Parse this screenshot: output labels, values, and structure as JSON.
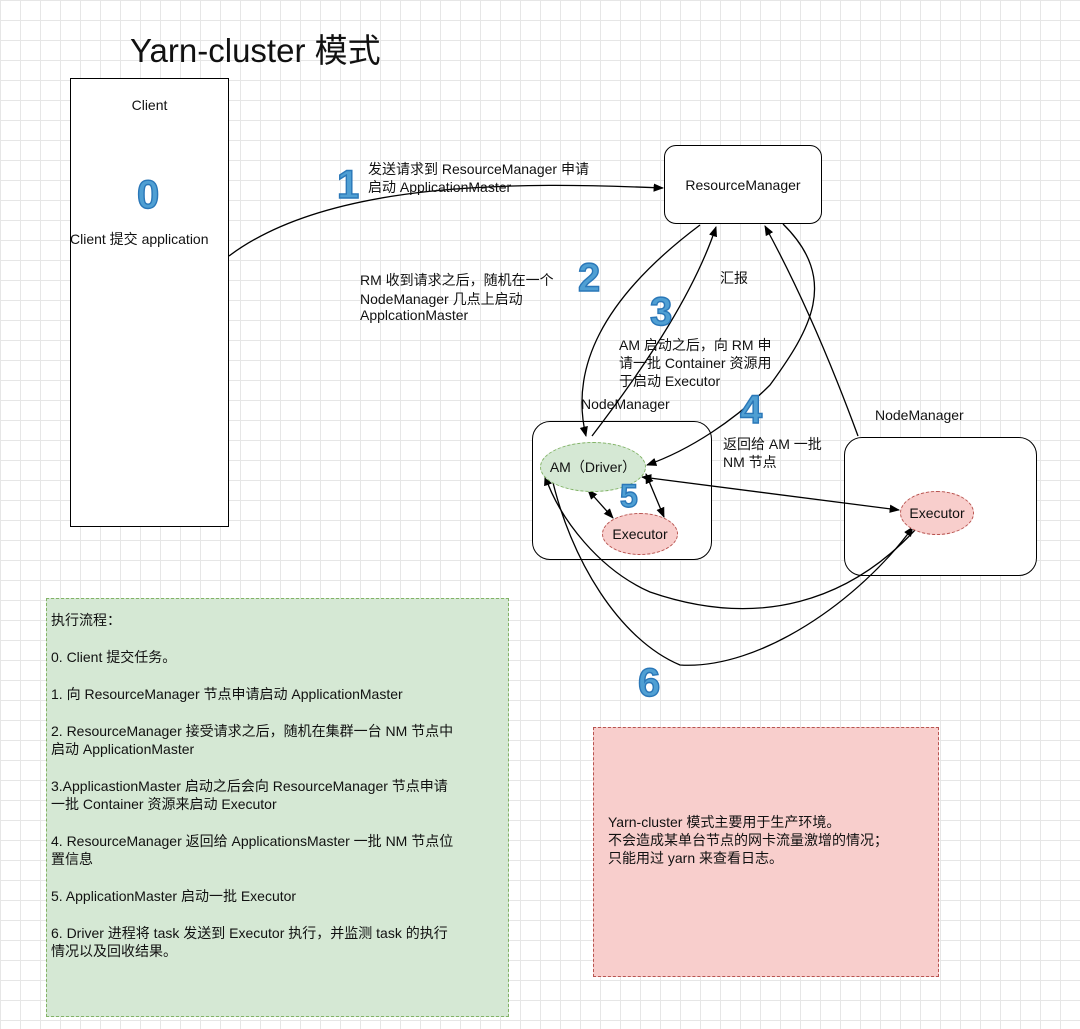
{
  "title": "Yarn-cluster 模式",
  "client": {
    "label": "Client",
    "step": "0",
    "action": "Client 提交 application"
  },
  "resource_manager": {
    "label": "ResourceManager"
  },
  "node_manager_1": {
    "label": "NodeManager"
  },
  "node_manager_2": {
    "label": "NodeManager"
  },
  "am_driver": {
    "label": "AM（Driver）"
  },
  "executor_1": {
    "label": "Executor"
  },
  "executor_2": {
    "label": "Executor"
  },
  "steps": {
    "s1": {
      "num": "1",
      "line1": "发送请求到 ResourceManager 申请",
      "line2": "启动 ApplicationMaster"
    },
    "s2": {
      "num": "2",
      "line1": "RM 收到请求之后，随机在一个",
      "line2": "NodeManager 几点上启动",
      "line3": "ApplcationMaster"
    },
    "s3": {
      "num": "3",
      "line1": "AM 启动之后，向 RM 申",
      "line2": "请一批 Container 资源用",
      "line3": "于启动 Executor"
    },
    "report": "汇报",
    "s4": {
      "num": "4",
      "line1": "返回给 AM 一批",
      "line2": "NM 节点"
    },
    "s5": {
      "num": "5"
    },
    "s6": {
      "num": "6"
    }
  },
  "flow_note": {
    "heading": "执行流程：",
    "items": [
      "0. Client 提交任务。",
      "1. 向 ResourceManager 节点申请启动 ApplicationMaster",
      "2. ResourceManager 接受请求之后，随机在集群一台 NM 节点中\n启动 ApplicationMaster",
      "3.ApplicastionMaster 启动之后会向  ResourceManager 节点申请\n一批 Container 资源来启动 Executor",
      "4. ResourceManager 返回给 ApplicationsMaster 一批 NM 节点位\n置信息",
      "5. ApplicationMaster 启动一批 Executor",
      "6. Driver 进程将 task 发送到 Executor  执行，并监测 task 的执行\n情况以及回收结果。"
    ]
  },
  "summary_note": {
    "text": "Yarn-cluster 模式主要用于生产环境。\n不会造成某单台节点的网卡流量激增的情况；\n只能用过 yarn 来查看日志。"
  },
  "colors": {
    "step_number": "#4f9fd3",
    "green_fill": "#d5e8d4",
    "green_border": "#82b366",
    "red_fill": "#f8cecc",
    "red_border": "#b85450"
  }
}
